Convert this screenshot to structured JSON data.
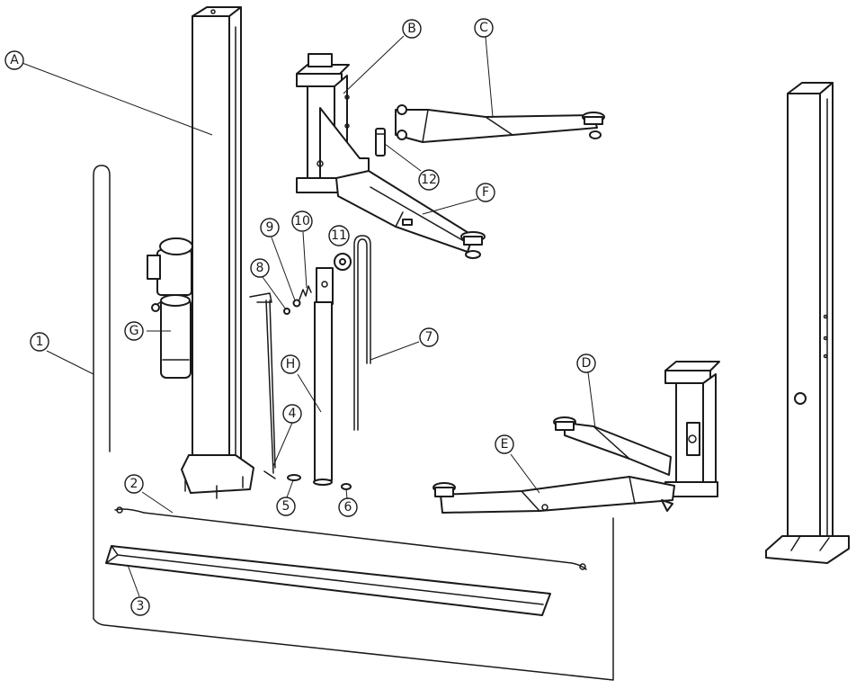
{
  "callouts": {
    "A": "A",
    "B": "B",
    "C": "C",
    "D": "D",
    "E": "E",
    "F": "F",
    "G": "G",
    "H": "H",
    "n1": "1",
    "n2": "2",
    "n3": "3",
    "n4": "4",
    "n5": "5",
    "n6": "6",
    "n7": "7",
    "n8": "8",
    "n9": "9",
    "n10": "10",
    "n11": "11",
    "n12": "12"
  },
  "colors": {
    "line": "#1a1a1a",
    "background": "#ffffff"
  }
}
